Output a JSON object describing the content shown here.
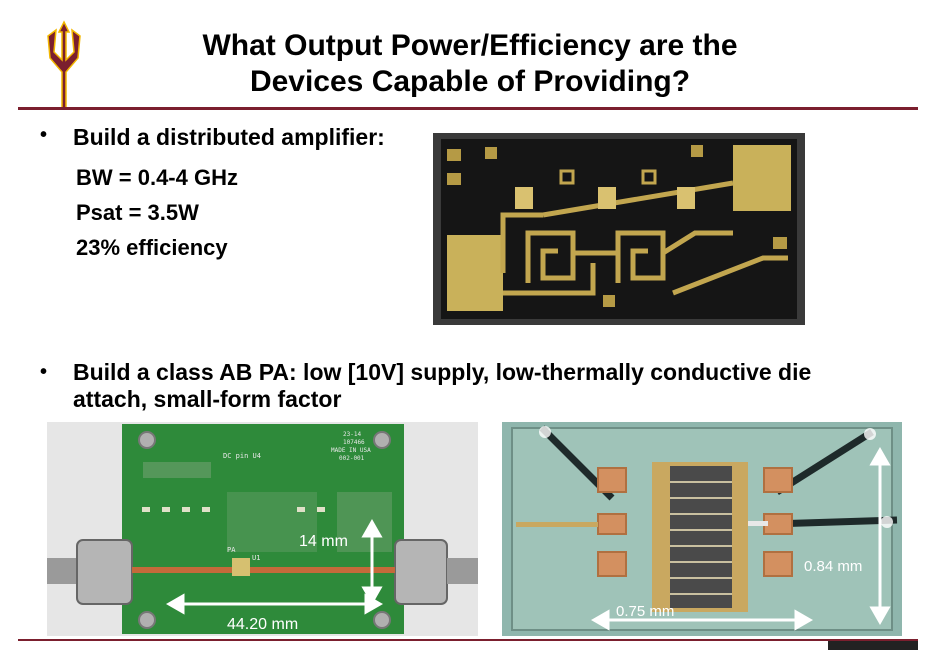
{
  "title": {
    "line1": "What Output Power/Efficiency are the",
    "line2": "Devices Capable of Providing?"
  },
  "bullet_symbol": "•",
  "bullet1": {
    "text": "Build a distributed amplifier:",
    "specs": [
      "BW =  0.4-4 GHz",
      "Psat = 3.5W",
      "23% efficiency"
    ]
  },
  "bullet2": {
    "line1": "Build a class AB PA: low [10V] supply, low-thermally conductive die",
    "line2": "attach, small-form factor"
  },
  "pcb_photo": {
    "dim_vertical": "14 mm",
    "dim_horizontal": "44.20 mm",
    "silk_dc": "DC pin  U4",
    "silk_u1": "U1",
    "silk_pa": "PA",
    "silk_made": [
      "23-14",
      "107466",
      "MADE IN USA",
      "002-001"
    ]
  },
  "die_photo": {
    "dim_vertical": "0.84 mm",
    "dim_horizontal": "0.75 mm"
  },
  "colors": {
    "maroon": "#7b1f2e",
    "gold": "#f2b700",
    "pcb_green": "#2e8a3a",
    "die_bg": "#8fb6ad"
  }
}
